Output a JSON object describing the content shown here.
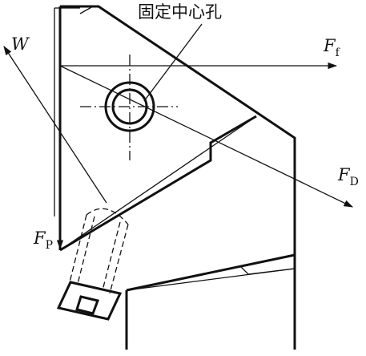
{
  "callout": {
    "center_hole_label": "固定中心孔"
  },
  "forces": {
    "W": {
      "symbol": "W",
      "subscript": ""
    },
    "Ff": {
      "symbol": "F",
      "subscript": "f"
    },
    "FD": {
      "symbol": "F",
      "subscript": "D"
    },
    "FP": {
      "symbol": "F",
      "subscript": "P"
    }
  }
}
